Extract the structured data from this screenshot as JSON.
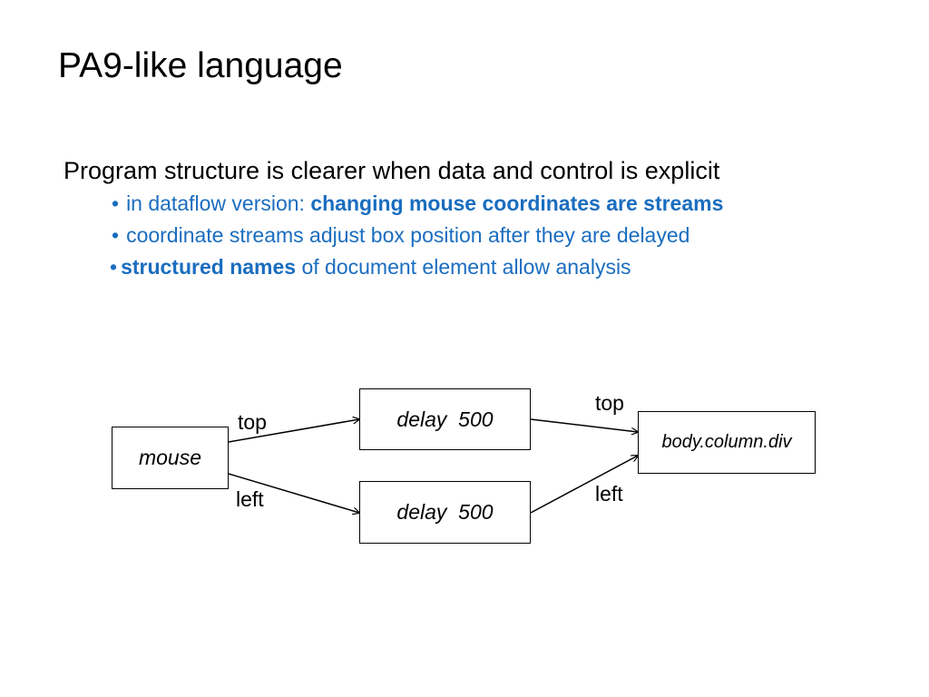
{
  "slide": {
    "title": "PA9-like language",
    "intro": "Program structure is clearer when data and control is explicit",
    "bullets": [
      {
        "bullet": "•",
        "text": "in dataflow version: ",
        "bold": "changing mouse coordinates are streams"
      },
      {
        "bullet": "•",
        "text": "coordinate streams adjust box position after they are delayed"
      },
      {
        "bullet": "•",
        "bold": "structured names",
        "text": " of document element allow analysis"
      }
    ]
  },
  "diagram": {
    "nodes": {
      "mouse": "mouse",
      "delay_top": "delay  500",
      "delay_left": "delay  500",
      "target": "body.column.div"
    },
    "edges": {
      "mouse_to_delay_top": "top",
      "mouse_to_delay_left": "left",
      "delay_top_to_target": "top",
      "delay_left_to_target": "left"
    }
  }
}
